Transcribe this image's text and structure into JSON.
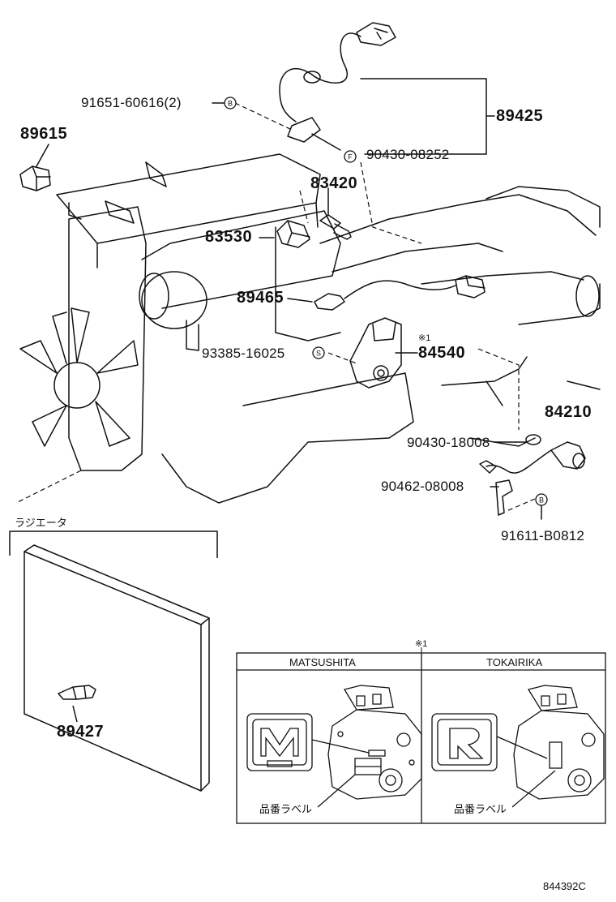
{
  "diagram": {
    "labels": {
      "p91651": "91651-60616(2)",
      "p89615": "89615",
      "p89425": "89425",
      "p90430a": "90430-08252",
      "p83420": "83420",
      "p83530": "83530",
      "p89465": "89465",
      "p93385": "93385-16025",
      "p84540": "84540",
      "note_mark": "※1",
      "p84210": "84210",
      "p90430b": "90430-18008",
      "p90462": "90462-08008",
      "p91611": "91611-B0812",
      "radiator": "ラジエータ",
      "p89427": "89427",
      "inset_mark": "※1",
      "matsushita": "MATSUSHITA",
      "tokairika": "TOKAIRIKA",
      "label_a": "品番ラベル",
      "label_b": "品番ラベル",
      "ref_code": "844392C"
    },
    "callouts": {
      "b1": "B",
      "b2": "B",
      "f1": "F",
      "s1": "S"
    }
  }
}
